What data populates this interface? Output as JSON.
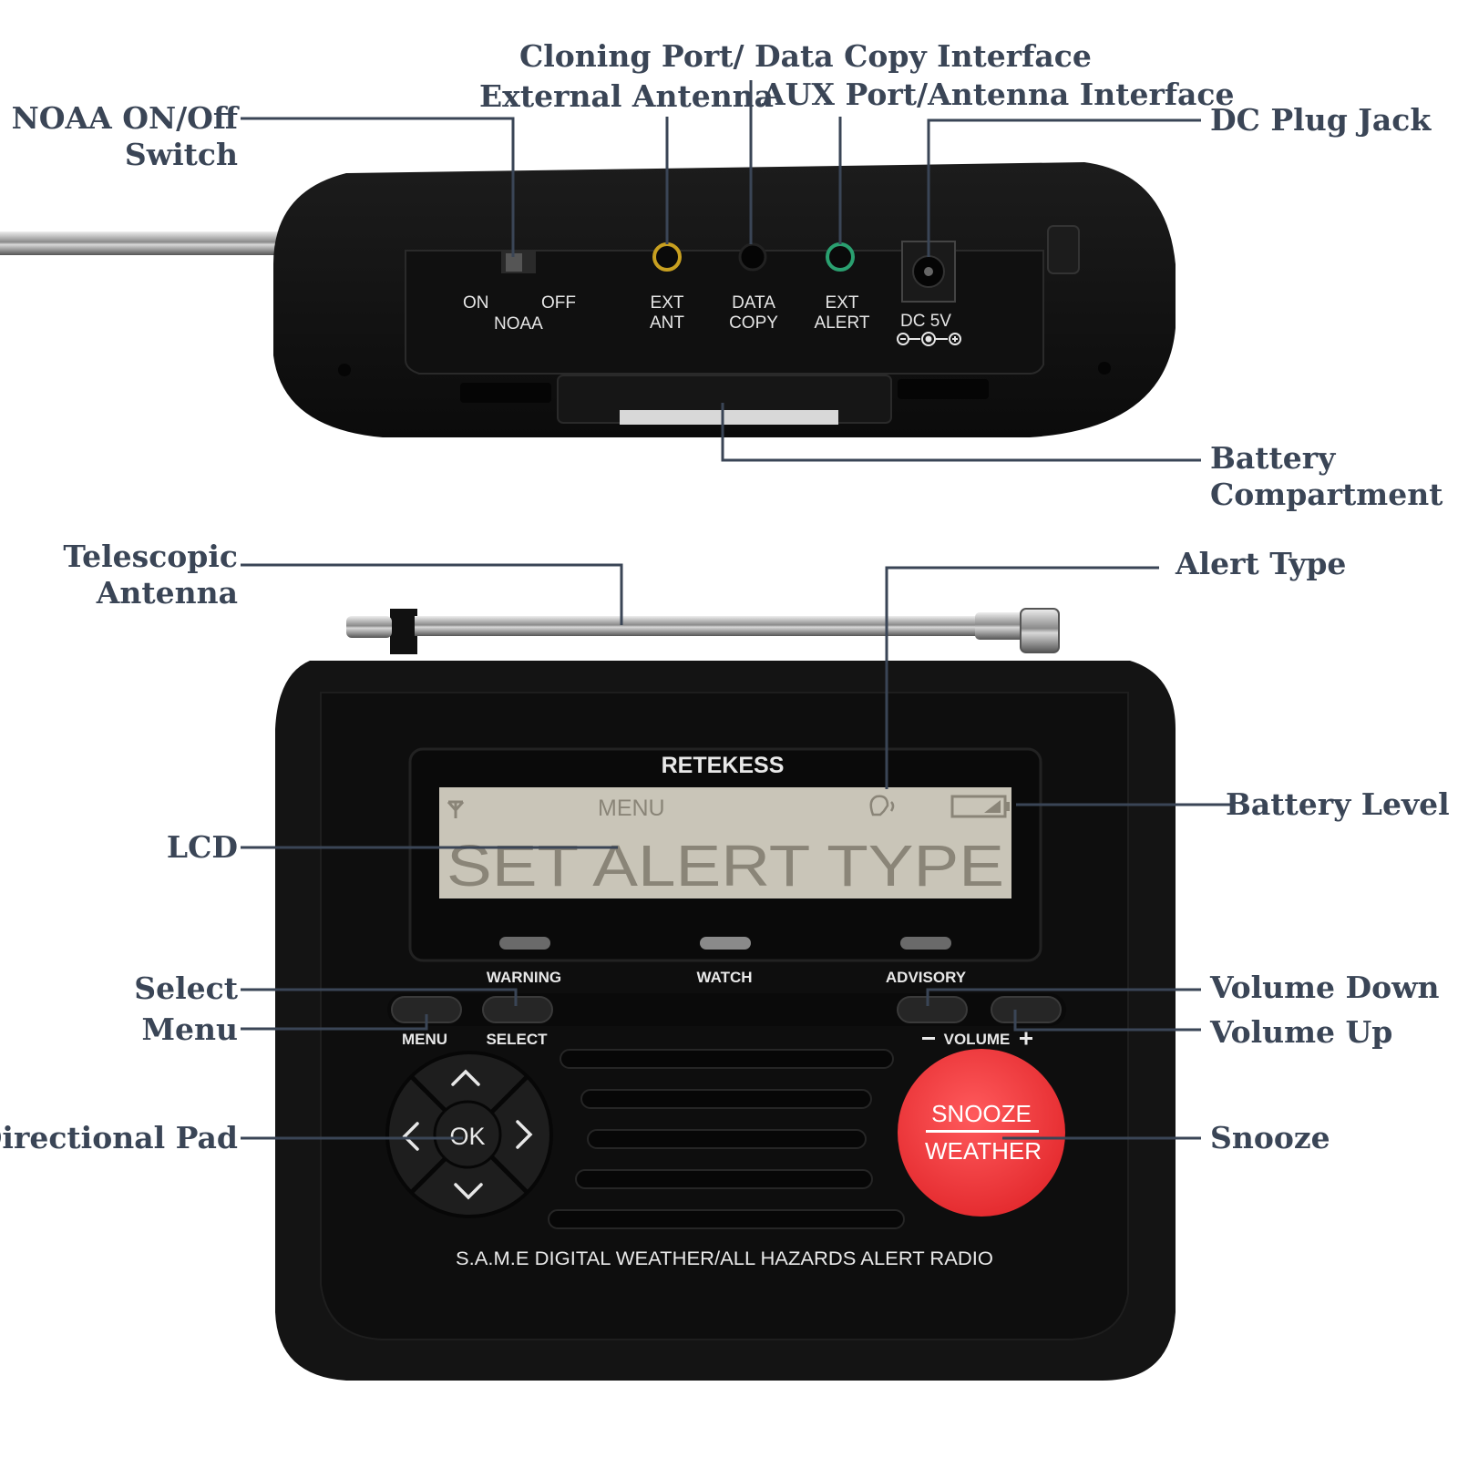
{
  "callouts": {
    "noaa_switch": "NOAA ON/Off\nSwitch",
    "cloning_port": "Cloning Port/ Data Copy Interface",
    "external_antenna": "External Antenna",
    "aux_port": "AUX Port/Antenna Interface",
    "dc_plug": "DC Plug Jack",
    "battery_compartment": "Battery\nCompartment",
    "telescopic_antenna": "Telescopic\nAntenna",
    "alert_type": "Alert Type",
    "battery_level": "Battery Level",
    "lcd": "LCD",
    "select": "Select",
    "menu": "Menu",
    "volume_down": "Volume Down",
    "volume_up": "Volume Up",
    "directional_pad": "Directional Pad",
    "snooze": "Snooze"
  },
  "rear_panel": {
    "noaa_on": "ON",
    "noaa_off": "OFF",
    "noaa_label": "NOAA",
    "ext_ant": "EXT\nANT",
    "data_copy": "DATA\nCOPY",
    "ext_alert": "EXT\nALERT",
    "dc": "DC  5V"
  },
  "front_panel": {
    "brand": "RETEKESS",
    "lcd_menu": "MENU",
    "lcd_main": "SET ALERT TYPE",
    "led_warning": "WARNING",
    "led_watch": "WATCH",
    "led_advisory": "ADVISORY",
    "btn_menu": "MENU",
    "btn_select": "SELECT",
    "volume": "VOLUME",
    "ok": "OK",
    "snooze": "SNOOZE",
    "weather": "WEATHER",
    "tagline": "S.A.M.E DIGITAL WEATHER/ALL HAZARDS ALERT RADIO"
  },
  "colors": {
    "callout_text": "#3a4556",
    "device_body": "#121212",
    "lcd_bg": "#c9c5b8",
    "snooze_red": "#f2383c",
    "jack_yellow": "#c8a020",
    "jack_green": "#2aa070"
  }
}
